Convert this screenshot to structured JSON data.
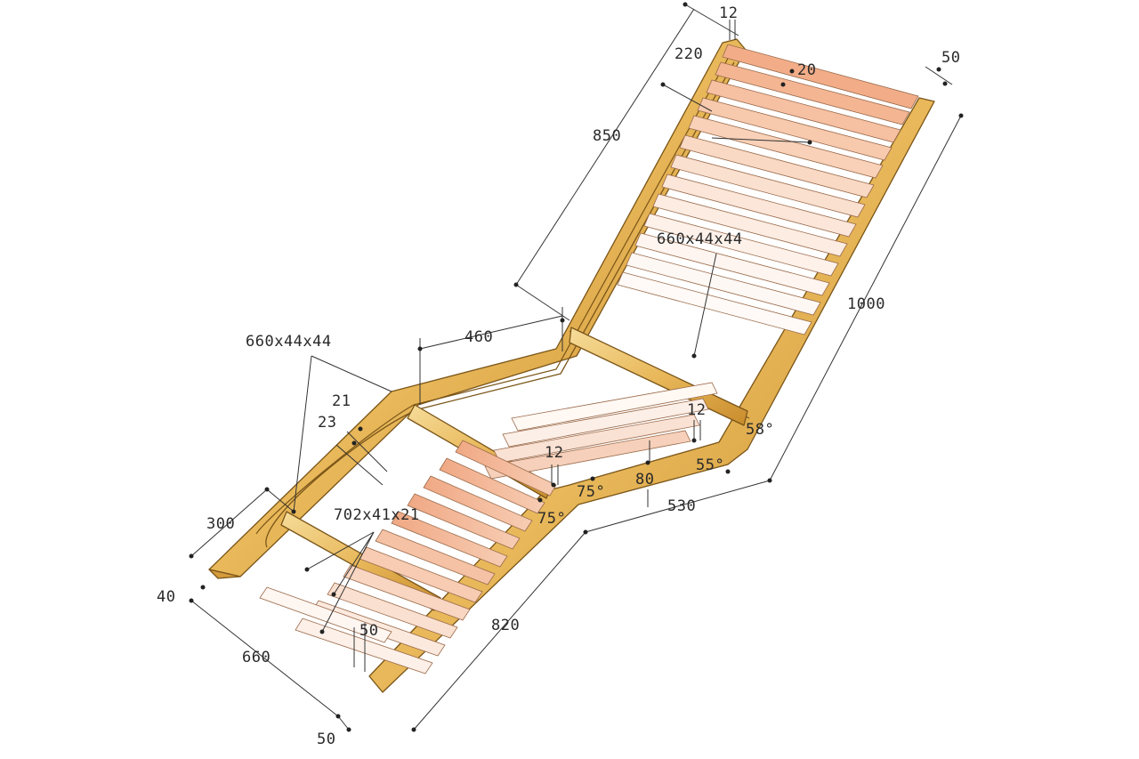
{
  "colors": {
    "wood": "#e8b85a",
    "wood_dark": "#c98c2c",
    "wood_light": "#f6dc9a",
    "slat": "#f0b08e",
    "slat_light": "#f8d6c2",
    "ink": "#2a2a2a"
  },
  "dimensions": {
    "d12_top": "12",
    "d220": "220",
    "d20": "20",
    "d50_top": "50",
    "d850": "850",
    "d660x44x44_back": "660x44x44",
    "d1000": "1000",
    "d460": "460",
    "d660x44x44_front": "660x44x44",
    "d21": "21",
    "d23": "23",
    "d12_seat": "12",
    "d58": "58°",
    "d55": "55°",
    "d12_mid": "12",
    "d75a": "75°",
    "d80": "80",
    "d75b": "75°",
    "d530": "530",
    "d300": "300",
    "d702": "702x41x21",
    "d40": "40",
    "d820": "820",
    "d50_leg": "50",
    "d660": "660",
    "d50_bottom": "50"
  }
}
